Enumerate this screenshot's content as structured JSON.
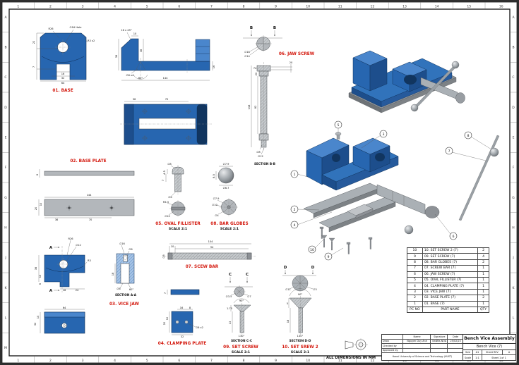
{
  "sheet": {
    "zones_h": [
      "1",
      "2",
      "3",
      "4",
      "5",
      "6",
      "7",
      "8",
      "9",
      "10",
      "11",
      "12",
      "13",
      "14",
      "15",
      "16"
    ],
    "zones_v": [
      "A",
      "B",
      "C",
      "D",
      "E",
      "F",
      "G",
      "H",
      "J",
      "K",
      "L",
      "M"
    ],
    "note": "ALL DIMENSIONS IN MM"
  },
  "colors": {
    "part_blue": "#2766b0",
    "part_blue_light": "#4a86cc",
    "part_blue_dark": "#1d4e8c",
    "part_gray": "#b3b7bb",
    "label_red": "#d41a0f"
  },
  "parts": {
    "base": {
      "label": "01. BASE",
      "dims": {
        "r": "R26",
        "hole": "∅16 Hole",
        "fillet": "R3 x2",
        "h1": "22",
        "h2": "7",
        "w1": "16",
        "w2": "32",
        "w3": "64"
      }
    },
    "base_side": {
      "dims": {
        "chamfer": "16 x 45°",
        "w_top": "10",
        "h_left": "36",
        "h_mid": "38",
        "holes": "∅6 x4",
        "angle": "60°",
        "len": "144",
        "h_right": "16"
      }
    },
    "base_top": {
      "dims": {
        "d1": "36",
        "d2": "70"
      }
    },
    "base_plate": {
      "label": "02. BASE PLATE",
      "dims": {
        "t": "6",
        "len": "144",
        "h": "20",
        "h2": "10",
        "s1": "36",
        "s2": "70"
      }
    },
    "vice_jaw": {
      "label": "03. VICE JAW",
      "marker": "A",
      "section_label": "SECTION A-A",
      "dims": {
        "r": "R26",
        "hole": "∅12",
        "fillet": "R3",
        "h": "36",
        "h2": "10",
        "h3": "6",
        "w1": "16",
        "w2": "24",
        "w3": "64",
        "b1": "10",
        "b2": "32",
        "s1": "∅16",
        "s2": "∅6",
        "s3": "18",
        "s4": "∅6",
        "s5": "60°"
      }
    },
    "clamping_plate": {
      "label": "04. CLAMPING PLATE",
      "dims": {
        "t": "7",
        "w1": "16",
        "w2": "8",
        "h1": "10",
        "h2": "20",
        "w3": "32",
        "holes": "∅6 x2"
      }
    },
    "oval_fillister": {
      "label": "05. OVAL FILLISTER",
      "scale": "SCALE 2:1",
      "dims": {
        "d_head": "∅8",
        "h_head": "4.5",
        "h_shank": "7",
        "d_shank": "∅6",
        "r_head": "R4.5",
        "d_top": "∅10"
      }
    },
    "jaw_screw": {
      "label": "06. JAW SCREW",
      "marker": "B",
      "section_label": "SECTION B-B",
      "dims": {
        "d1": "∅18",
        "d2": "∅14",
        "pin": "20",
        "l1": "74",
        "l2": "20",
        "len": "118",
        "l3": "82",
        "d3": "∅8",
        "d4": "∅12"
      }
    },
    "screw_bar": {
      "label": "07. SCEW BAR",
      "dims": {
        "len": "104",
        "thread": "94",
        "end": "10",
        "dia": "∅8"
      }
    },
    "bar_globes": {
      "label": "08. BAR GLOBES",
      "scale": "SCALE 2:1",
      "dims": {
        "d1": "∅7.9",
        "h": "8.5",
        "d2": "∅6.7",
        "d3": "∅7.9",
        "d4": "∅10",
        "d5": "∅4"
      }
    },
    "set_screw": {
      "label": "09. SET SCREW",
      "scale": "SCALE 2:1",
      "marker": "C",
      "section_label": "SECTION C-C",
      "dims": {
        "d1": "∅3.5",
        "d2": "∅7",
        "angle": "90°",
        "h1": "1.75",
        "h2": "13",
        "tip": "130°"
      }
    },
    "set_screw2": {
      "label": "10. SET SREW 2",
      "scale": "SCALE 2:1",
      "marker": "D",
      "section_label": "SECTION D-D",
      "dims": {
        "d1": "∅11",
        "d2": "∅3",
        "angle": "90°",
        "h1": "5",
        "h2": "18",
        "tip": "130°"
      }
    }
  },
  "balloons": {
    "b1": "1",
    "b2": "2",
    "b3": "3",
    "b4": "4",
    "b5": "5",
    "b6": "6",
    "b7": "7",
    "b8": "8",
    "b9": "9",
    "b10": "10"
  },
  "parts_table": {
    "headers": [
      "PC NO",
      "PART NAME",
      "QTY"
    ],
    "rows": [
      [
        "10",
        "10. SET SCREW 2 (7)",
        "2"
      ],
      [
        "9",
        "09. SET SCREW (7)",
        "4"
      ],
      [
        "8",
        "08. BAR GLOBES (7)",
        "2"
      ],
      [
        "7",
        "07. SCREW BAR (7)",
        "1"
      ],
      [
        "6",
        "06. JAW SCREW (7)",
        "1"
      ],
      [
        "5",
        "05. OVAL FILLISTER (7)",
        "1"
      ],
      [
        "4",
        "04. CLAMPING PLATE (7)",
        "1"
      ],
      [
        "3",
        "03. VICE JAW (7)",
        "1"
      ],
      [
        "2",
        "02. BASE PLATE (7)",
        "2"
      ],
      [
        "1",
        "01. BASE (7)",
        "1"
      ]
    ]
  },
  "title_block": {
    "name_h": "Name",
    "sig_h": "Signature",
    "date_h": "Date",
    "draw": "Draw",
    "draw_name": "Nguyen Duy Anh",
    "draw_sig": "KaNRa-NOA",
    "draw_date": "25/02/23",
    "checked": "Checked by",
    "approved": "Approved by",
    "org": "Hanoi University of Science and Technology (HUST)",
    "title": "Bench Vice Assembly",
    "subtitle": "Bench Vice (7)",
    "size_l": "Size",
    "size_v": "A1",
    "rev_l": "Sheet REV",
    "rev_v": "A",
    "scale_l": "Scale",
    "scale_v": "1:1",
    "sheet_v": "Sheet 1 of 1"
  }
}
